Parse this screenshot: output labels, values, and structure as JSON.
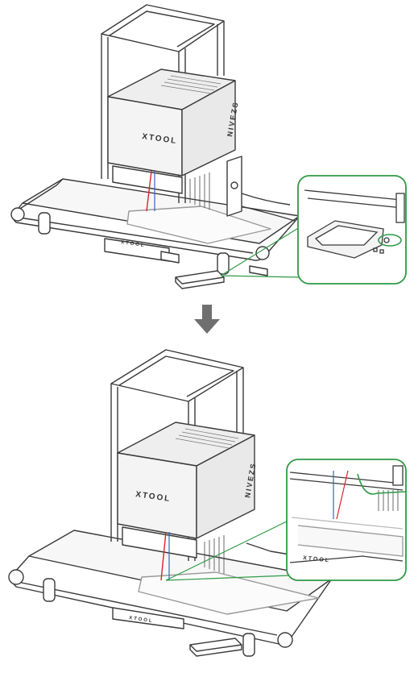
{
  "colors": {
    "outline": "#3a3a3a",
    "fill_light": "#f2f2f2",
    "callout": "#2e9a46",
    "laser_red": "#d9242b",
    "laser_blue": "#3a62c8",
    "arrow": "#6f6f6f"
  },
  "labels": {
    "brand_top": "XTOOL",
    "brand_top_conveyor": "XTOOL",
    "side_top": "NIVEZS",
    "brand_bottom": "XTOOL",
    "brand_bottom_conveyor": "XTOOL",
    "side_bottom": "NIVEZS",
    "brand_zoom": "XTOOL"
  },
  "icons": {
    "step_arrow": "down-arrow-icon"
  }
}
